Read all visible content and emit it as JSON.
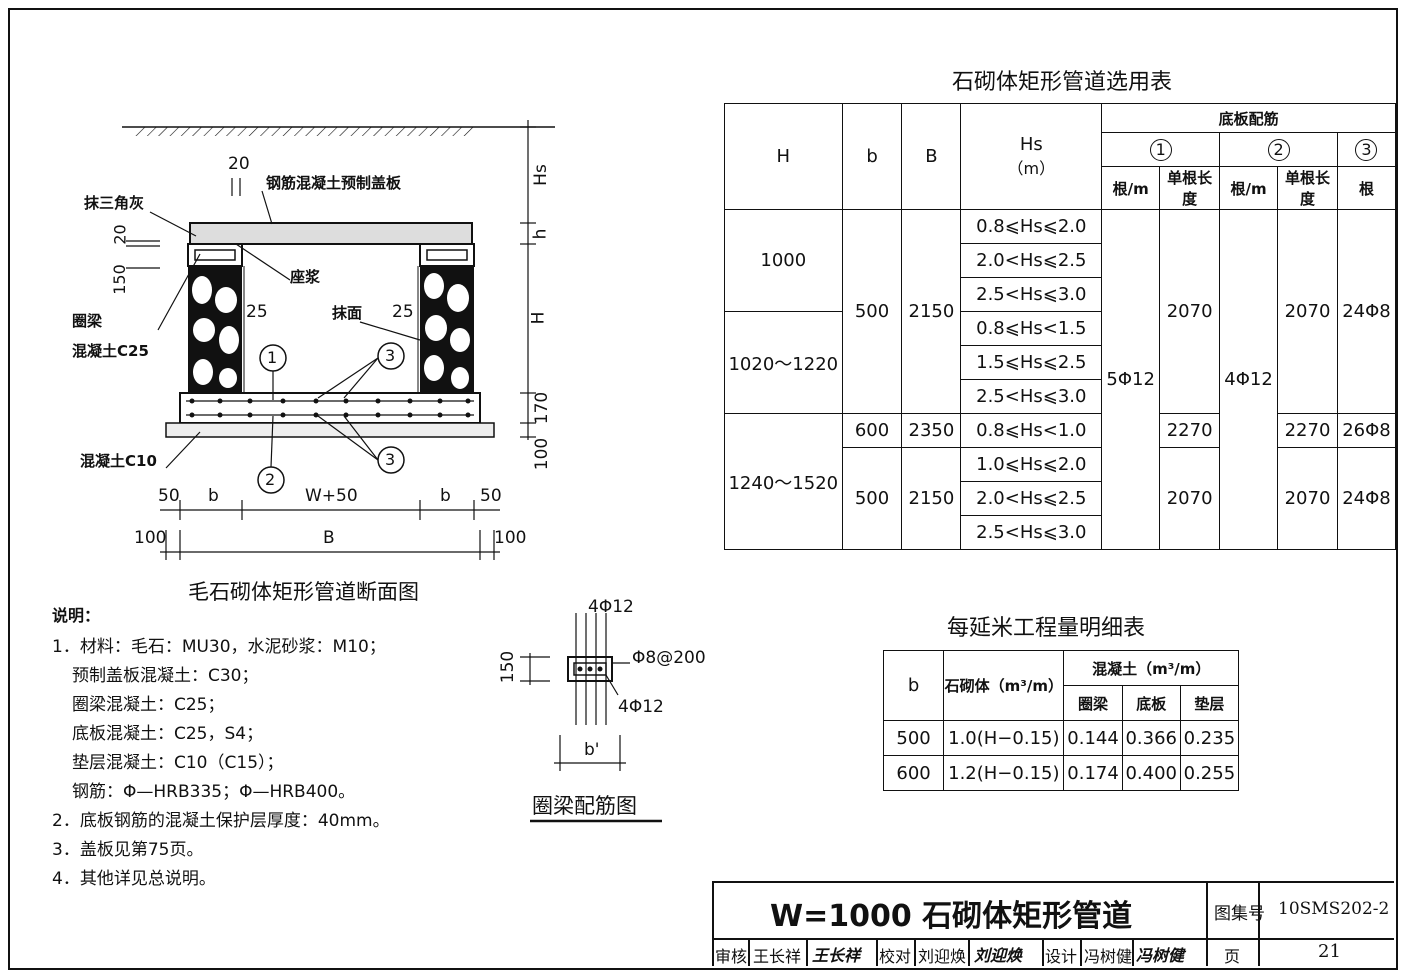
{
  "section_drawing": {
    "title": "毛石砌体矩形管道断面图",
    "labels": {
      "cover_slab": "钢筋混凝土预制盖板",
      "fillet": "抹三角灰",
      "dim_20_top": "20",
      "dim_20_left": "20",
      "dim_150_left": "150",
      "bedding_mortar": "座浆",
      "ring_beam": "圈梁",
      "ring_beam_concrete": "混凝土C25",
      "dim_25_left": "25",
      "plaster": "抹面",
      "dim_25_right": "25",
      "circle_1": "1",
      "circle_2": "2",
      "circle_3_top": "3",
      "circle_3_bottom": "3",
      "cushion_concrete": "混凝土C10",
      "dim_hs": "Hs",
      "dim_h_small": "h",
      "dim_h_big": "H",
      "dim_170": "170",
      "dim_100_right": "100",
      "bottom_dims": [
        "50",
        "b",
        "W+50",
        "b",
        "50"
      ],
      "dim_100_left": "100",
      "dim_b_total": "B",
      "dim_100_right_bottom": "100"
    }
  },
  "ring_beam_drawing": {
    "title": "圈梁配筋图",
    "top_bar": "4Φ12",
    "stirrup": "Φ8@200",
    "bottom_bar": "4Φ12",
    "height": "150",
    "width": "b'"
  },
  "notes": {
    "heading": "说明：",
    "lines": [
      "1．材料：毛石：MU30，水泥砂浆：M10；",
      "预制盖板混凝土：C30；",
      "圈梁混凝土：C25；",
      "底板混凝土：C25，S4；",
      "垫层混凝土：C10（C15）；",
      "钢筋：Φ—HRB335；Φ—HRB400。",
      "2．底板钢筋的混凝土保护层厚度：40mm。",
      "3．盖板见第75页。",
      "4．其他详见总说明。"
    ]
  },
  "selection_table": {
    "title": "石砌体矩形管道选用表",
    "headers": {
      "H": "H",
      "b": "b",
      "B": "B",
      "Hs": "Hs",
      "Hs_unit": "（m）",
      "bottom_rebar": "底板配筋",
      "c1": "1",
      "c2": "2",
      "c3": "3",
      "per_m_1": "根/m",
      "len_1": "单根长度",
      "per_m_2": "根/m",
      "len_2": "单根长度",
      "count_3": "根"
    },
    "H_groups": [
      "1000",
      "1020～1220",
      "1240～1520"
    ],
    "b_values": [
      "500",
      "600",
      "500"
    ],
    "B_values": [
      "2150",
      "2350",
      "2150"
    ],
    "hs_ranges": [
      "0.8⩽Hs⩽2.0",
      "2.0<Hs⩽2.5",
      "2.5<Hs⩽3.0",
      "0.8⩽Hs<1.5",
      "1.5⩽Hs⩽2.5",
      "2.5<Hs⩽3.0",
      "0.8⩽Hs<1.0",
      "1.0⩽Hs⩽2.0",
      "2.0<Hs⩽2.5",
      "2.5<Hs⩽3.0"
    ],
    "rebar1_per_m": "5Φ12",
    "rebar1_len": [
      "2070",
      "2270",
      "2070"
    ],
    "rebar2_per_m": "4Φ12",
    "rebar2_len": [
      "2070",
      "2270",
      "2070"
    ],
    "rebar3": [
      "24Φ8",
      "26Φ8",
      "24Φ8"
    ]
  },
  "quantity_table": {
    "title": "每延米工程量明细表",
    "headers": {
      "b": "b",
      "masonry": "石砌体（m³/m）",
      "concrete": "混凝土（m³/m）",
      "ring_beam": "圈梁",
      "base_slab": "底板",
      "cushion": "垫层"
    },
    "rows": [
      [
        "500",
        "1.0(H−0.15)",
        "0.144",
        "0.366",
        "0.235"
      ],
      [
        "600",
        "1.2(H−0.15)",
        "0.174",
        "0.400",
        "0.255"
      ]
    ]
  },
  "title_block": {
    "drawing_title": "W=1000 石砌体矩形管道",
    "atlas_label": "图集号",
    "atlas_no": "10SMS202-2",
    "review_label": "审核",
    "reviewer": "王长祥",
    "reviewer_sig": "王长祥",
    "check_label": "校对",
    "checker": "刘迎焕",
    "checker_sig": "刘迎焕",
    "design_label": "设计",
    "designer": "冯树健",
    "designer_sig": "冯树健",
    "page_label": "页",
    "page_no": "21"
  }
}
